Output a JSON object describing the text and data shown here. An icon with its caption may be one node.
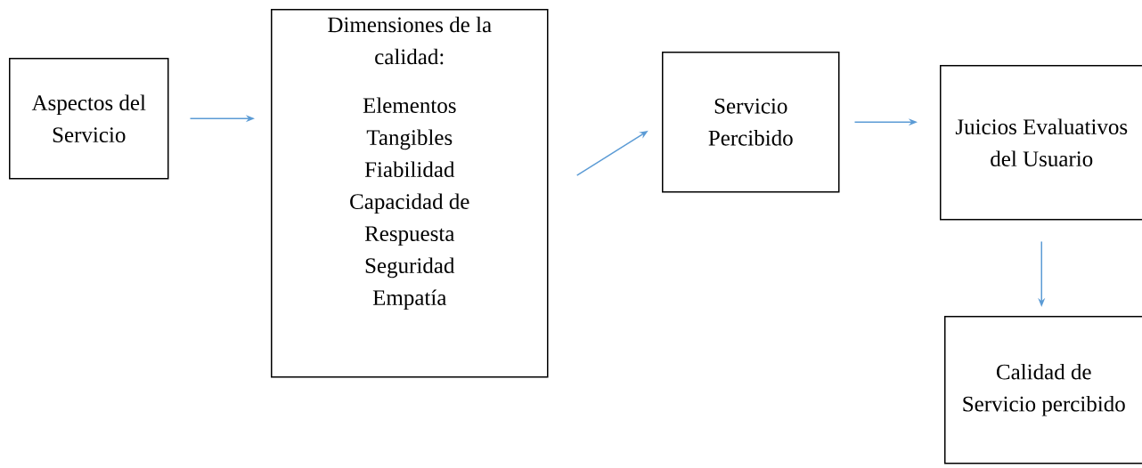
{
  "diagram": {
    "nodes": [
      {
        "text": [
          "Aspectos del Servicio"
        ]
      },
      {
        "text": [
          "Dimensiones de la calidad:",
          "Elementos Tangibles",
          "Fiabilidad",
          "Capacidad de Respuesta",
          "Seguridad",
          "Empatía"
        ]
      },
      {
        "text": [
          "Servicio Percibido"
        ]
      },
      {
        "text": [
          "Juicios Evaluativos del Usuario"
        ]
      },
      {
        "text": [
          "Calidad de Servicio percibido"
        ]
      }
    ],
    "edges": [
      {
        "from": 0,
        "to": 1,
        "arrow": "to"
      },
      {
        "from": 1,
        "to": 2,
        "arrow": "to"
      },
      {
        "from": 2,
        "to": 3,
        "arrow": "to"
      },
      {
        "from": 3,
        "to": 4,
        "arrow": "to"
      }
    ]
  }
}
